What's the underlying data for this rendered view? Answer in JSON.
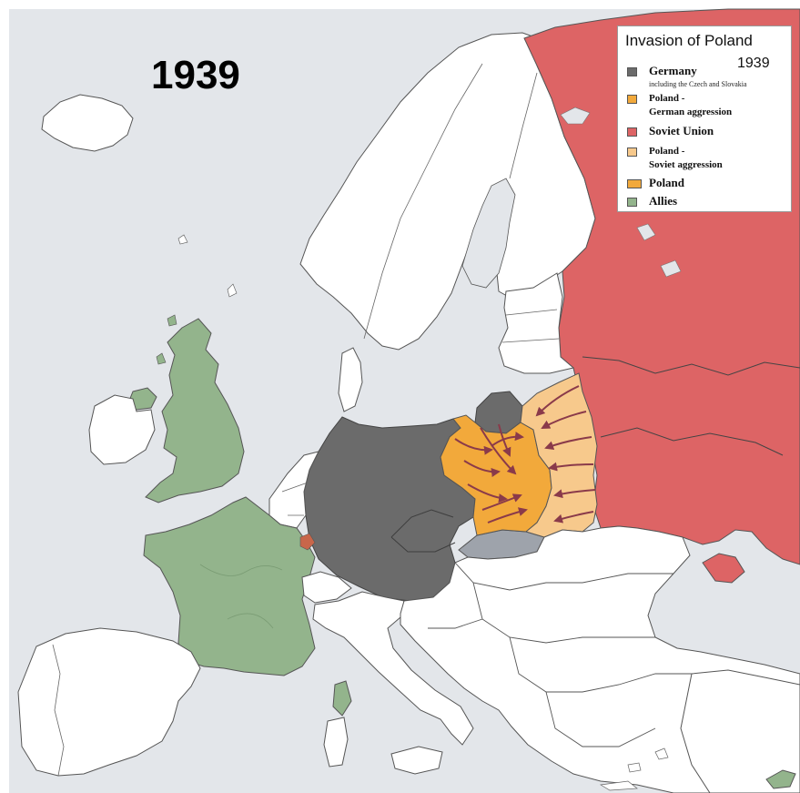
{
  "map": {
    "year_label": "1939",
    "colors": {
      "sea": "#e3e6ea",
      "neutral": "#ffffff",
      "germany": "#6b6b6b",
      "poland_german_aggression": "#f2a93b",
      "soviet_union": "#dd6465",
      "poland_soviet_aggression": "#f7c98c",
      "slovakia_occupied": "#9ea3ab",
      "allies": "#93b48c",
      "arrow": "#8a3a4a"
    }
  },
  "legend": {
    "title": "Invasion of Poland",
    "year": "1939",
    "items": [
      {
        "label": "Germany",
        "note": "including the Czech and Slovakia",
        "color": "#6b6b6b"
      },
      {
        "label": "Poland -",
        "label2": "German aggression",
        "color": "#f2a93b"
      },
      {
        "label": "Soviet Union",
        "color": "#dd6465"
      },
      {
        "label": "Poland -",
        "label2": "Soviet aggression",
        "color": "#f7c98c"
      },
      {
        "label": "Poland",
        "color": "#f2a93b"
      },
      {
        "label": "Allies",
        "color": "#93b48c"
      }
    ]
  }
}
